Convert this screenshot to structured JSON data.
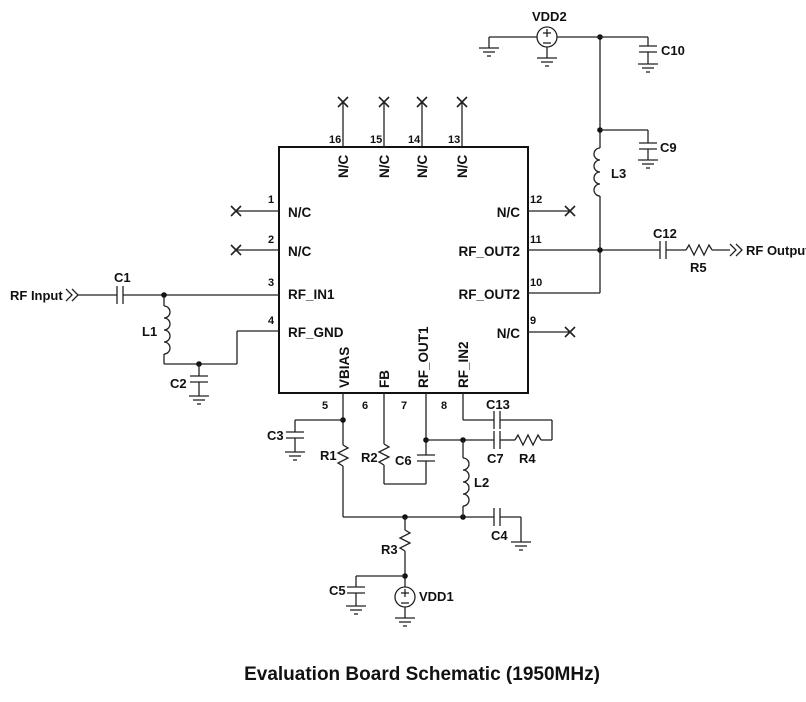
{
  "caption": "Evaluation Board Schematic (1950MHz)",
  "signals": {
    "rf_input": "RF Input",
    "rf_output": "RF Output",
    "vdd1": "VDD1",
    "vdd2": "VDD2"
  },
  "pins": {
    "p1": {
      "num": "1",
      "name": "N/C"
    },
    "p2": {
      "num": "2",
      "name": "N/C"
    },
    "p3": {
      "num": "3",
      "name": "RF_IN1"
    },
    "p4": {
      "num": "4",
      "name": "RF_GND"
    },
    "p5": {
      "num": "5",
      "name": "VBIAS"
    },
    "p6": {
      "num": "6",
      "name": "FB"
    },
    "p7": {
      "num": "7",
      "name": "RF_OUT1"
    },
    "p8": {
      "num": "8",
      "name": "RF_IN2"
    },
    "p9": {
      "num": "9",
      "name": "N/C"
    },
    "p10": {
      "num": "10",
      "name": "RF_OUT2"
    },
    "p11": {
      "num": "11",
      "name": "RF_OUT2"
    },
    "p12": {
      "num": "12",
      "name": "N/C"
    },
    "p13": {
      "num": "13",
      "name": "N/C"
    },
    "p14": {
      "num": "14",
      "name": "N/C"
    },
    "p15": {
      "num": "15",
      "name": "N/C"
    },
    "p16": {
      "num": "16",
      "name": "N/C"
    }
  },
  "components": {
    "c1": "C1",
    "c2": "C2",
    "c3": "C3",
    "c4": "C4",
    "c5": "C5",
    "c6": "C6",
    "c7": "C7",
    "c9": "C9",
    "c10": "C10",
    "c12": "C12",
    "c13": "C13",
    "l1": "L1",
    "l2": "L2",
    "l3": "L3",
    "r1": "R1",
    "r2": "R2",
    "r3": "R3",
    "r4": "R4",
    "r5": "R5"
  }
}
